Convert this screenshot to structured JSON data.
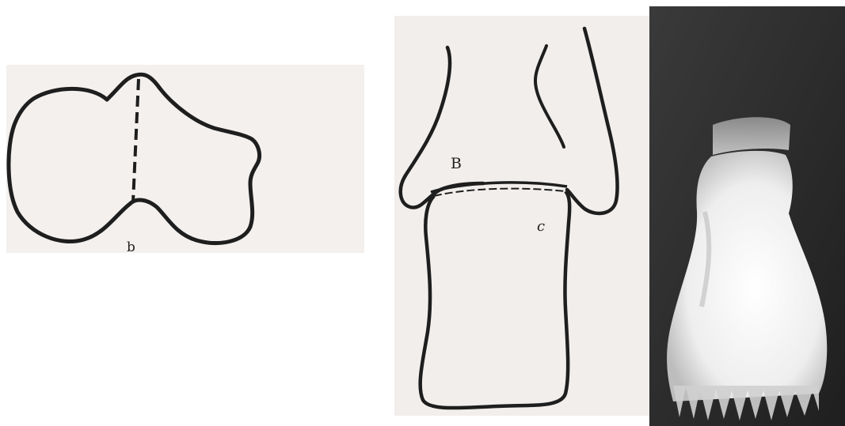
{
  "figure_left": {
    "label": "b"
  },
  "figure_middle": {
    "label_upper": "B",
    "label_lower": "c"
  },
  "colors": {
    "ink": "#1e1e1e",
    "paper_tint": "#f2efed",
    "xray_dark": "#2a2a2a",
    "xray_bone": "#f4f4f4"
  }
}
